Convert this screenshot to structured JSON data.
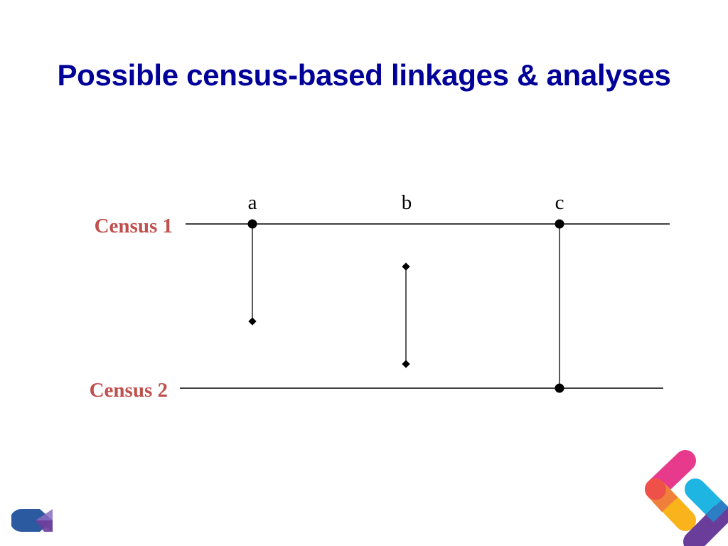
{
  "slide": {
    "title": "Possible census-based linkages & analyses",
    "colors": {
      "title": "#000099",
      "census_label": "#c0504d",
      "line": "#000000"
    }
  },
  "diagram": {
    "rows": [
      {
        "id": "census1",
        "label": "Census 1"
      },
      {
        "id": "census2",
        "label": "Census 2"
      }
    ],
    "columns": [
      {
        "id": "a",
        "label": "a",
        "links": "partial from Census 1"
      },
      {
        "id": "b",
        "label": "b",
        "links": "between censuses"
      },
      {
        "id": "c",
        "label": "c",
        "links": "Census 1 to Census 2"
      }
    ]
  },
  "branding": {
    "left_logo": "brand-logo-icon",
    "right_logo": "decorative-ribbon-graphic",
    "palette": [
      "#f07f3c",
      "#e83a8c",
      "#1fb5e3",
      "#6a3d9a",
      "#f9b31b",
      "#2c5aa0"
    ]
  }
}
